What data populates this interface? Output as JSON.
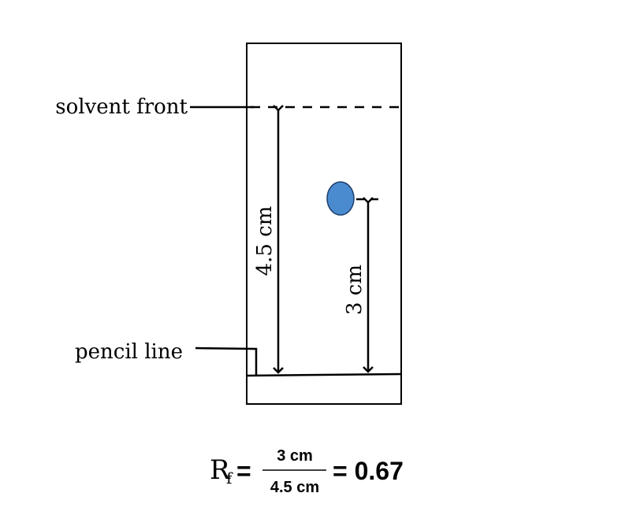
{
  "labels": {
    "solvent_front": "solvent front",
    "pencil_line": "pencil line",
    "solvent_distance": "4.5 cm",
    "spot_distance": "3 cm"
  },
  "equation": {
    "symbol": "R",
    "subscript": "f",
    "equals": "=",
    "numerator": "3 cm",
    "denominator": "4.5 cm",
    "result": "= 0.67"
  },
  "colors": {
    "spot_fill": "#4a8bd0",
    "spot_stroke": "#1f3f6b",
    "line": "#000000"
  }
}
